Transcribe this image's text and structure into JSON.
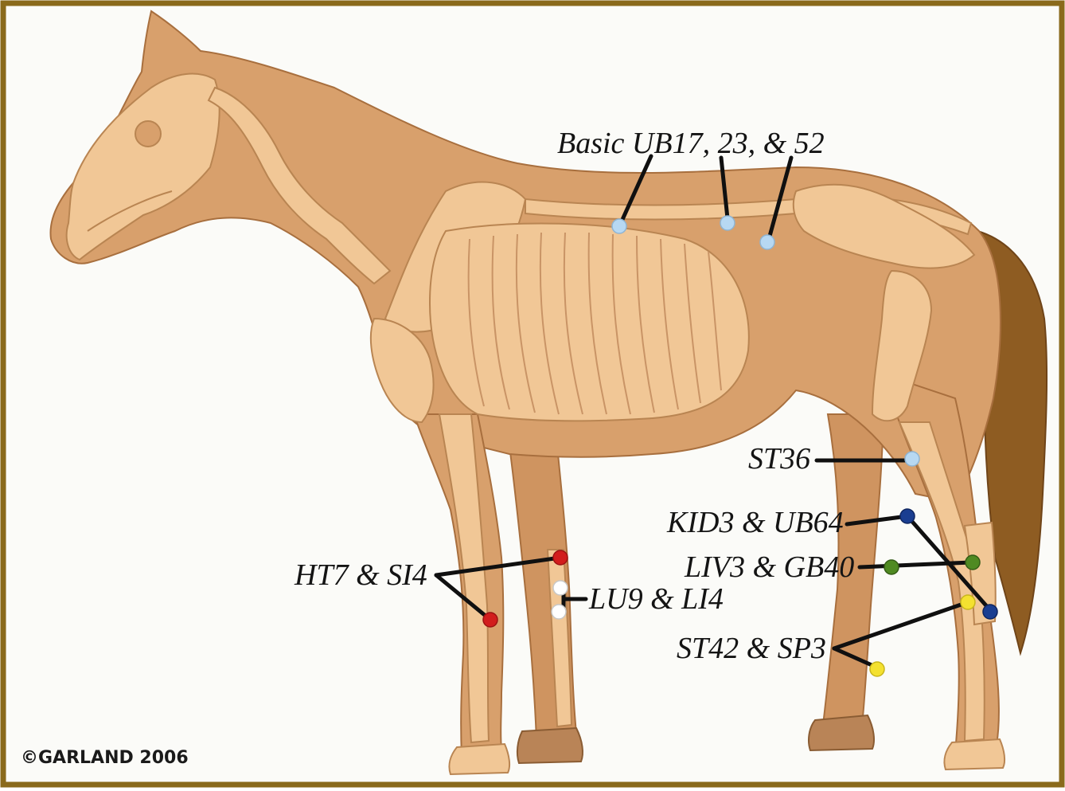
{
  "figure": {
    "copyright": "©GARLAND 2006"
  },
  "colors": {
    "border": "#8a6a1c",
    "paper": "#fbfbf8",
    "body": "#d8a06c",
    "body_outline": "#a86f3e",
    "bone": "#f1c796",
    "bone_outline": "#b98552",
    "tail": "#8e5c22",
    "hoof": "#b98457",
    "leader_line": "#101010",
    "point_light_blue": "#b7d8f2",
    "point_blue": "#1a3e91",
    "point_green": "#4f8a22",
    "point_yellow": "#f4e130",
    "point_red": "#d21d1d",
    "point_white": "#ffffff"
  },
  "labels": [
    {
      "id": "basic-ub",
      "text": "Basic UB17, 23, & 52",
      "points": [
        "light_blue",
        "light_blue",
        "light_blue"
      ]
    },
    {
      "id": "st36",
      "text": "ST36",
      "points": [
        "light_blue"
      ]
    },
    {
      "id": "kid3-ub64",
      "text": "KID3 & UB64",
      "points": [
        "blue",
        "blue"
      ]
    },
    {
      "id": "liv3-gb40",
      "text": "LIV3 & GB40",
      "points": [
        "green",
        "green"
      ]
    },
    {
      "id": "st42-sp3",
      "text": "ST42 & SP3",
      "points": [
        "yellow",
        "yellow"
      ]
    },
    {
      "id": "ht7-si4",
      "text": "HT7 & SI4",
      "points": [
        "red",
        "red"
      ]
    },
    {
      "id": "lu9-li4",
      "text": "LU9 & LI4",
      "points": [
        "white",
        "white"
      ]
    }
  ]
}
